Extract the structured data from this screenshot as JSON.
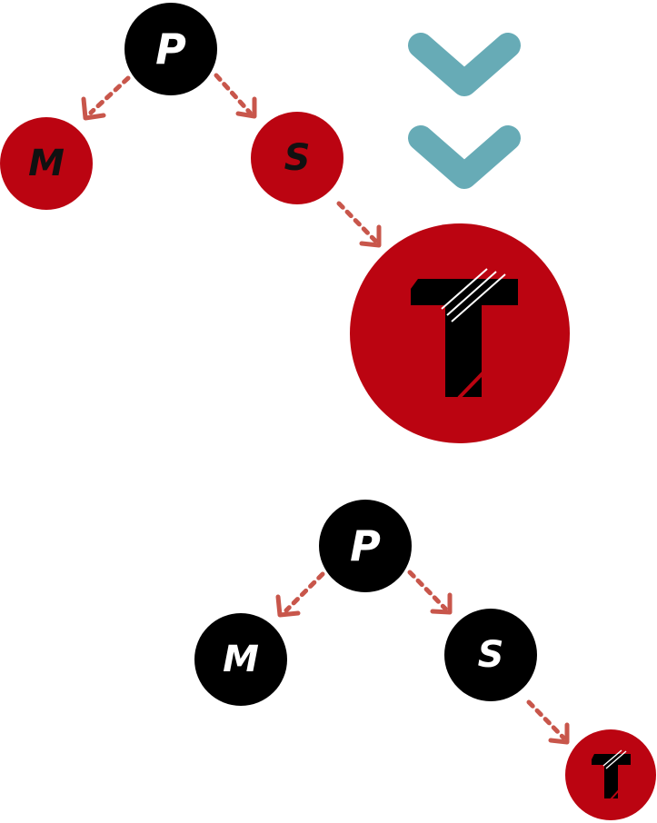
{
  "colors": {
    "red_node": "#bb0411",
    "black_node": "#000000",
    "arrow": "#c8564b",
    "chevron": "#67abb6"
  },
  "before_tree": {
    "root": {
      "label": "P",
      "color": "black"
    },
    "left": {
      "label": "M",
      "color": "red"
    },
    "right": {
      "label": "S",
      "color": "red"
    },
    "new_node": {
      "label": "T",
      "color": "red"
    }
  },
  "transition_icon": "double-chevron-down-icon",
  "after_tree": {
    "root": {
      "label": "P",
      "color": "black"
    },
    "left": {
      "label": "M",
      "color": "black"
    },
    "right": {
      "label": "S",
      "color": "black"
    },
    "new_node": {
      "label": "T",
      "color": "red"
    }
  }
}
